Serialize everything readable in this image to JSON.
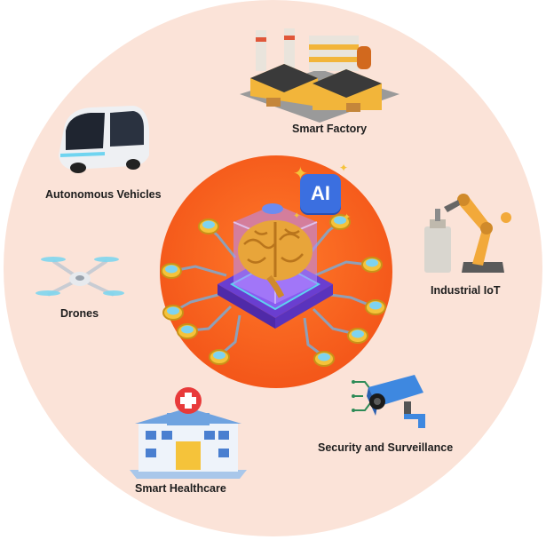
{
  "center": {
    "badge": "AI"
  },
  "applications": [
    {
      "key": "smart_factory",
      "label": "Smart Factory"
    },
    {
      "key": "autonomous_vehicles",
      "label": "Autonomous Vehicles"
    },
    {
      "key": "industrial_iot",
      "label": "Industrial IoT"
    },
    {
      "key": "drones",
      "label": "Drones"
    },
    {
      "key": "security_surveillance",
      "label": "Security and Surveillance"
    },
    {
      "key": "smart_healthcare",
      "label": "Smart Healthcare"
    }
  ],
  "colors": {
    "outer_circle": "#fbe3d8",
    "core": "#f4581a",
    "chip": "#7b4fe0",
    "badge": "#3b6fe0"
  },
  "icons": [
    "factory-icon",
    "vehicle-icon",
    "robot-arm-icon",
    "drone-icon",
    "camera-icon",
    "hospital-icon",
    "brain-chip-icon"
  ]
}
